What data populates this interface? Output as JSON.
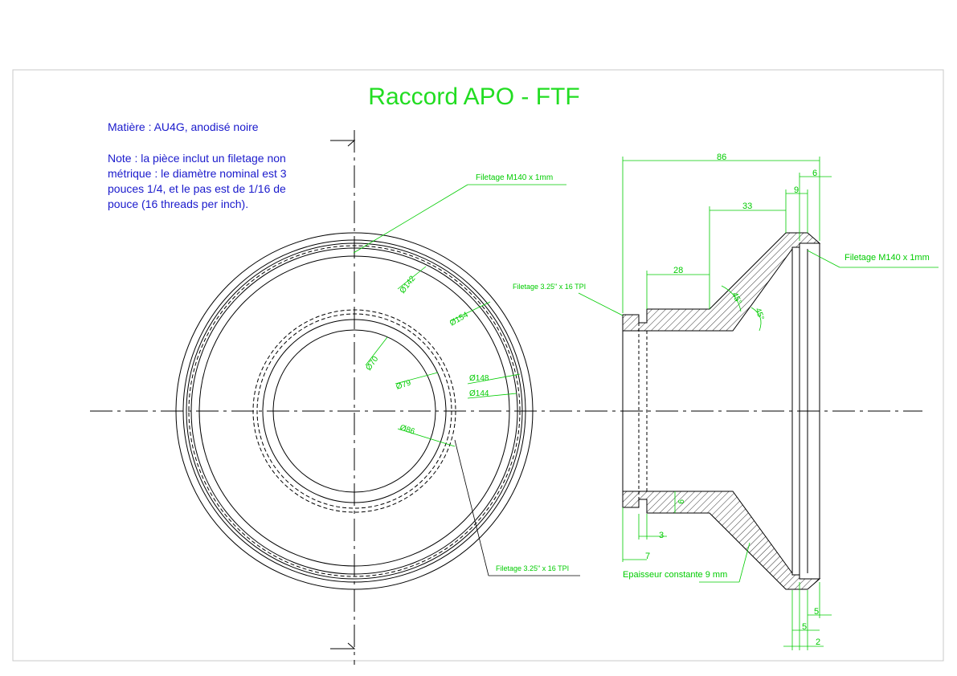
{
  "colors": {
    "title": "#22dd22",
    "note": "#1a1acc",
    "dimension": "#00cc00",
    "line": "#000000",
    "border": "#c8c8c8"
  },
  "title": "Raccord APO - FTF",
  "material": "Matière : AU4G, anodisé noire",
  "note": "Note : la pièce inclut un filetage non métrique : le diamètre nominal est 3 pouces 1/4, et le pas est de 1/16 de pouce (16 threads per inch).",
  "front_view": {
    "diameters": {
      "d142": "Ø142",
      "d154": "Ø154",
      "d70": "Ø70",
      "d79": "Ø79",
      "d148": "Ø148",
      "d144": "Ø144",
      "d86": "Ø86"
    },
    "thread_label": "Filetage M140 x 1mm",
    "thread_label_bottom": "Filetage 3.25\" x 16 TPI"
  },
  "section_view": {
    "dims": {
      "d86": "86",
      "d6": "6",
      "d9": "9",
      "d33": "33",
      "d28": "28",
      "d3": "3",
      "d7": "7",
      "d9v": "9",
      "d5a": "5",
      "d5b": "5",
      "d2": "2",
      "a45a": "45°",
      "a45b": "45°"
    },
    "thread_label_left": "Filetage 3.25\" x 16 TPI",
    "thread_label_right": "Filetage M140 x 1mm",
    "thickness_note": "Epaisseur constante 9 mm"
  }
}
